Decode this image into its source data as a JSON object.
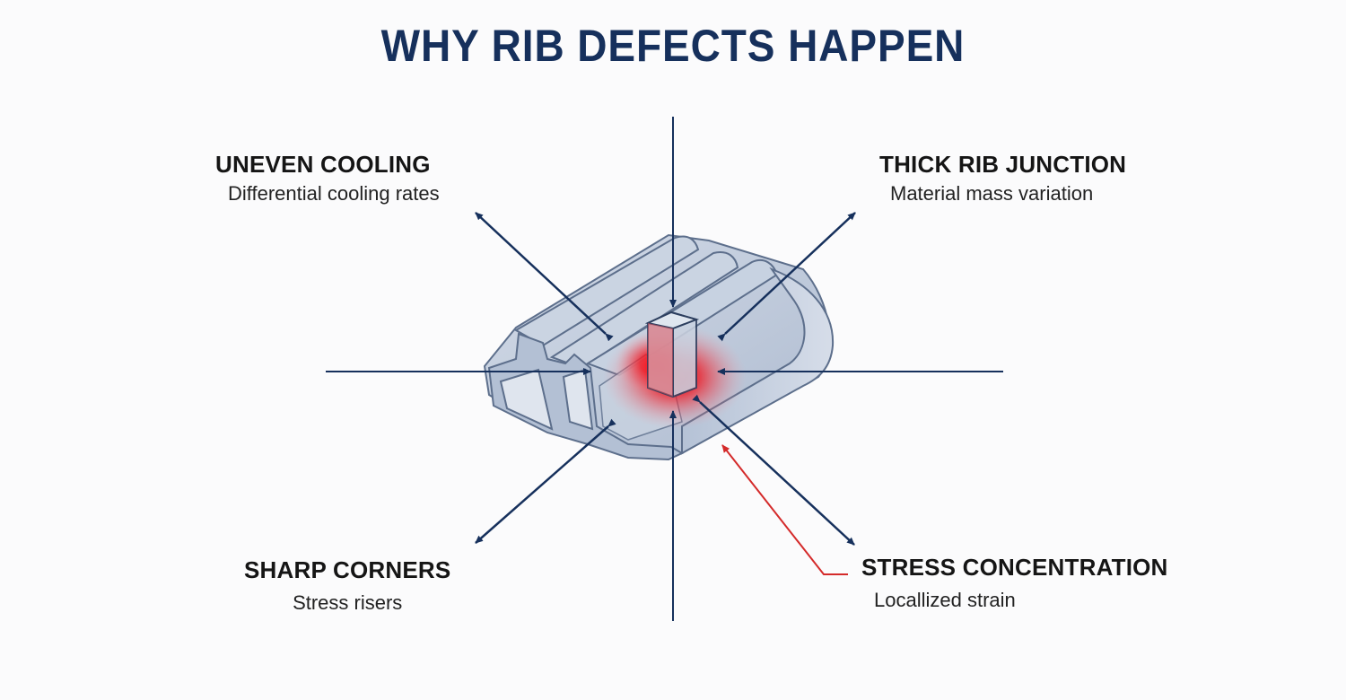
{
  "title": "WHY RIB DEFECTS HAPPEN",
  "labels": {
    "uneven_cooling": {
      "heading": "UNEVEN COOLING",
      "description": "Differential cooling rates"
    },
    "thick_rib_junction": {
      "heading": "THICK RIB JUNCTION",
      "description": "Material mass variation"
    },
    "sharp_corners": {
      "heading": "SHARP CORNERS",
      "description": "Stress risers"
    },
    "stress_concentration": {
      "heading": "STRESS CONCENTRATION",
      "description": "Locallized strain"
    }
  },
  "colors": {
    "title": "#16305c",
    "arrow": "#16305c",
    "highlight_arrow": "#d42a2a",
    "part_fill": "#c4cedc",
    "part_stroke": "#5d6f8c",
    "hotspot": "#e8101a"
  }
}
